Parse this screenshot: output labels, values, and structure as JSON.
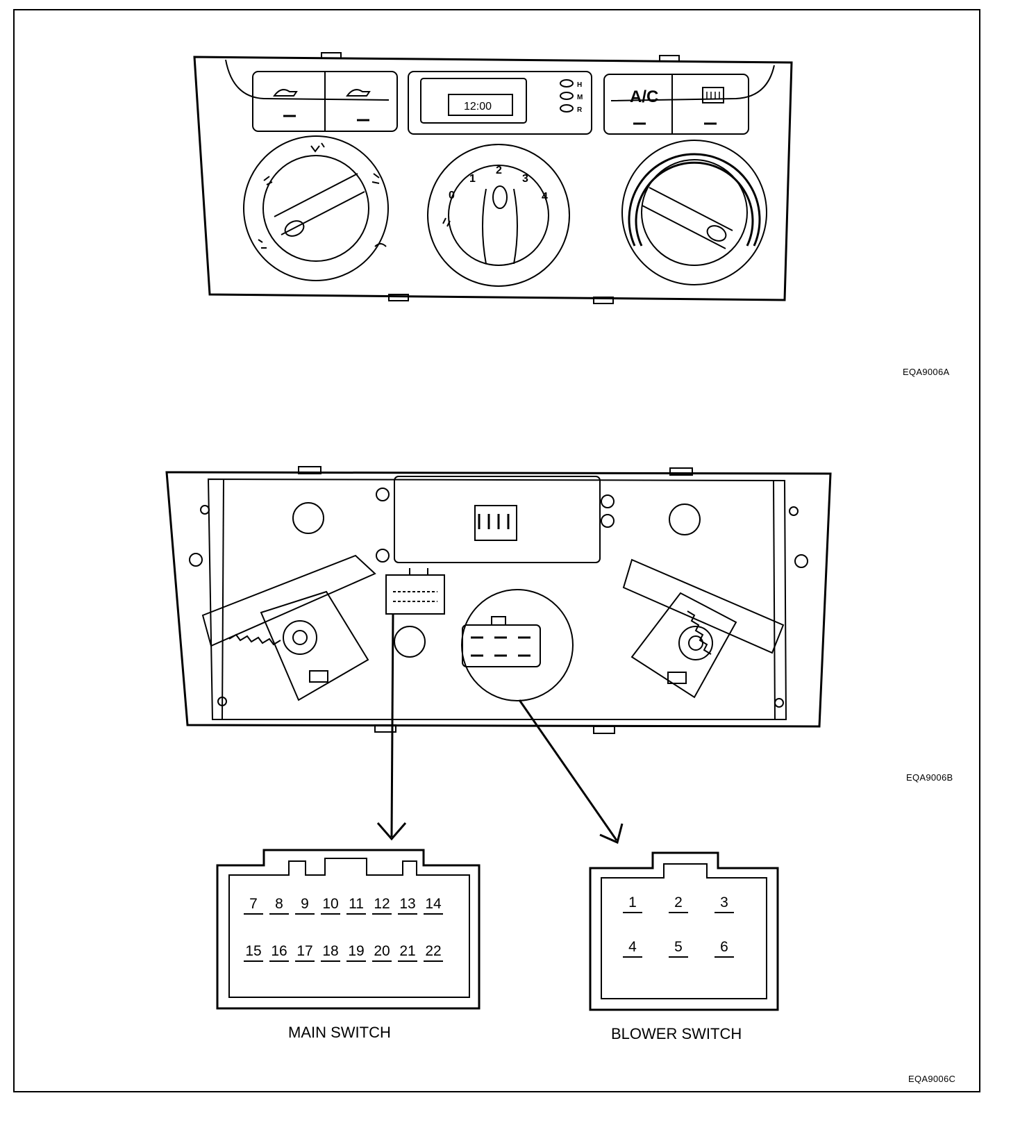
{
  "figures": {
    "front_code": "EQA9006A",
    "rear_code": "EQA9006B",
    "connector_code": "EQA9006C"
  },
  "front_panel": {
    "clock_display": "12:00",
    "ac_button": "A/C",
    "indicator_letters": [
      "H",
      "M",
      "R"
    ],
    "blower_dial_labels": [
      "0",
      "1",
      "2",
      "3",
      "4"
    ]
  },
  "main_switch": {
    "label": "MAIN SWITCH",
    "row1": [
      "7",
      "8",
      "9",
      "10",
      "11",
      "12",
      "13",
      "14"
    ],
    "row2": [
      "15",
      "16",
      "17",
      "18",
      "19",
      "20",
      "21",
      "22"
    ]
  },
  "blower_switch": {
    "label": "BLOWER SWITCH",
    "row1": [
      "1",
      "2",
      "3"
    ],
    "row2": [
      "4",
      "5",
      "6"
    ]
  }
}
